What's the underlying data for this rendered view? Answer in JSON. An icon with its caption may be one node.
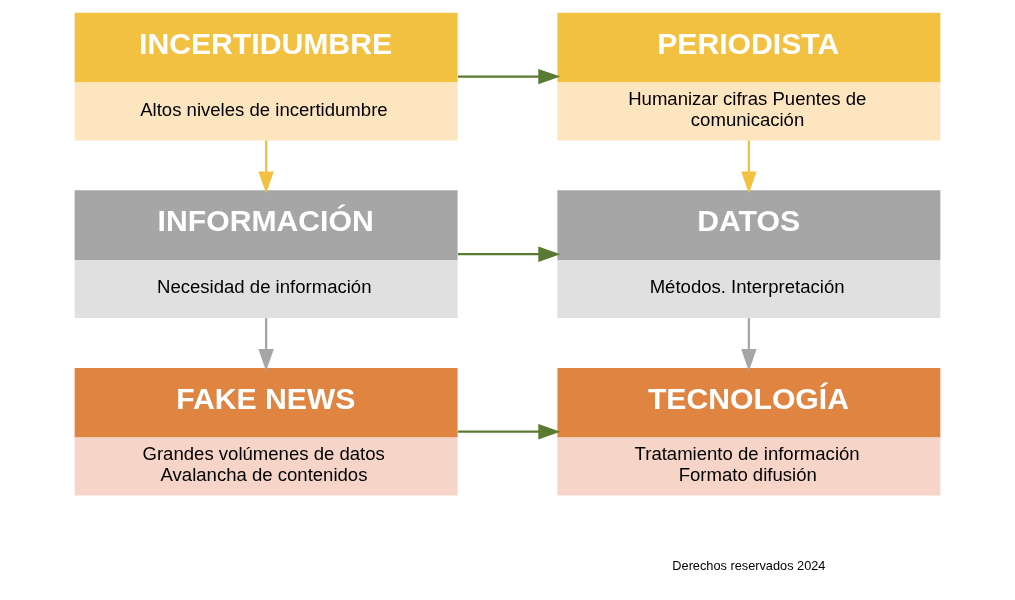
{
  "diagram": {
    "nodes": [
      {
        "text": [
          "INCERTIDUMBRE",
          "Altos niveles de incertidumbre"
        ]
      },
      {
        "text": [
          "INFORMACIÓN",
          "Necesidad de información"
        ]
      },
      {
        "text": [
          "FAKE NEWS",
          "Grandes volúmenes de datos Avalancha de contenidos"
        ]
      },
      {
        "text": [
          "PERIODISTA",
          "Humanizar cifras Puentes de comunicación"
        ]
      },
      {
        "text": [
          "DATOS",
          "Métodos. Interpretación"
        ]
      },
      {
        "text": [
          "TECNOLOGÍA",
          "Tratamiento de información Formato difusión"
        ]
      }
    ],
    "edges": [
      {
        "from": 0,
        "to": 1,
        "arrow": "to",
        "color": "#f3c141"
      },
      {
        "from": 1,
        "to": 2,
        "arrow": "to",
        "color": "#a6a6a6"
      },
      {
        "from": 3,
        "to": 4,
        "arrow": "to",
        "color": "#f3c141"
      },
      {
        "from": 4,
        "to": 5,
        "arrow": "to",
        "color": "#a6a6a6"
      },
      {
        "from": 0,
        "to": 3,
        "arrow": "to"
      },
      {
        "from": 1,
        "to": 4,
        "arrow": "to"
      },
      {
        "from": 2,
        "to": 5,
        "arrow": "to"
      }
    ],
    "labels": [
      "Derechos reservados 2024"
    ]
  }
}
